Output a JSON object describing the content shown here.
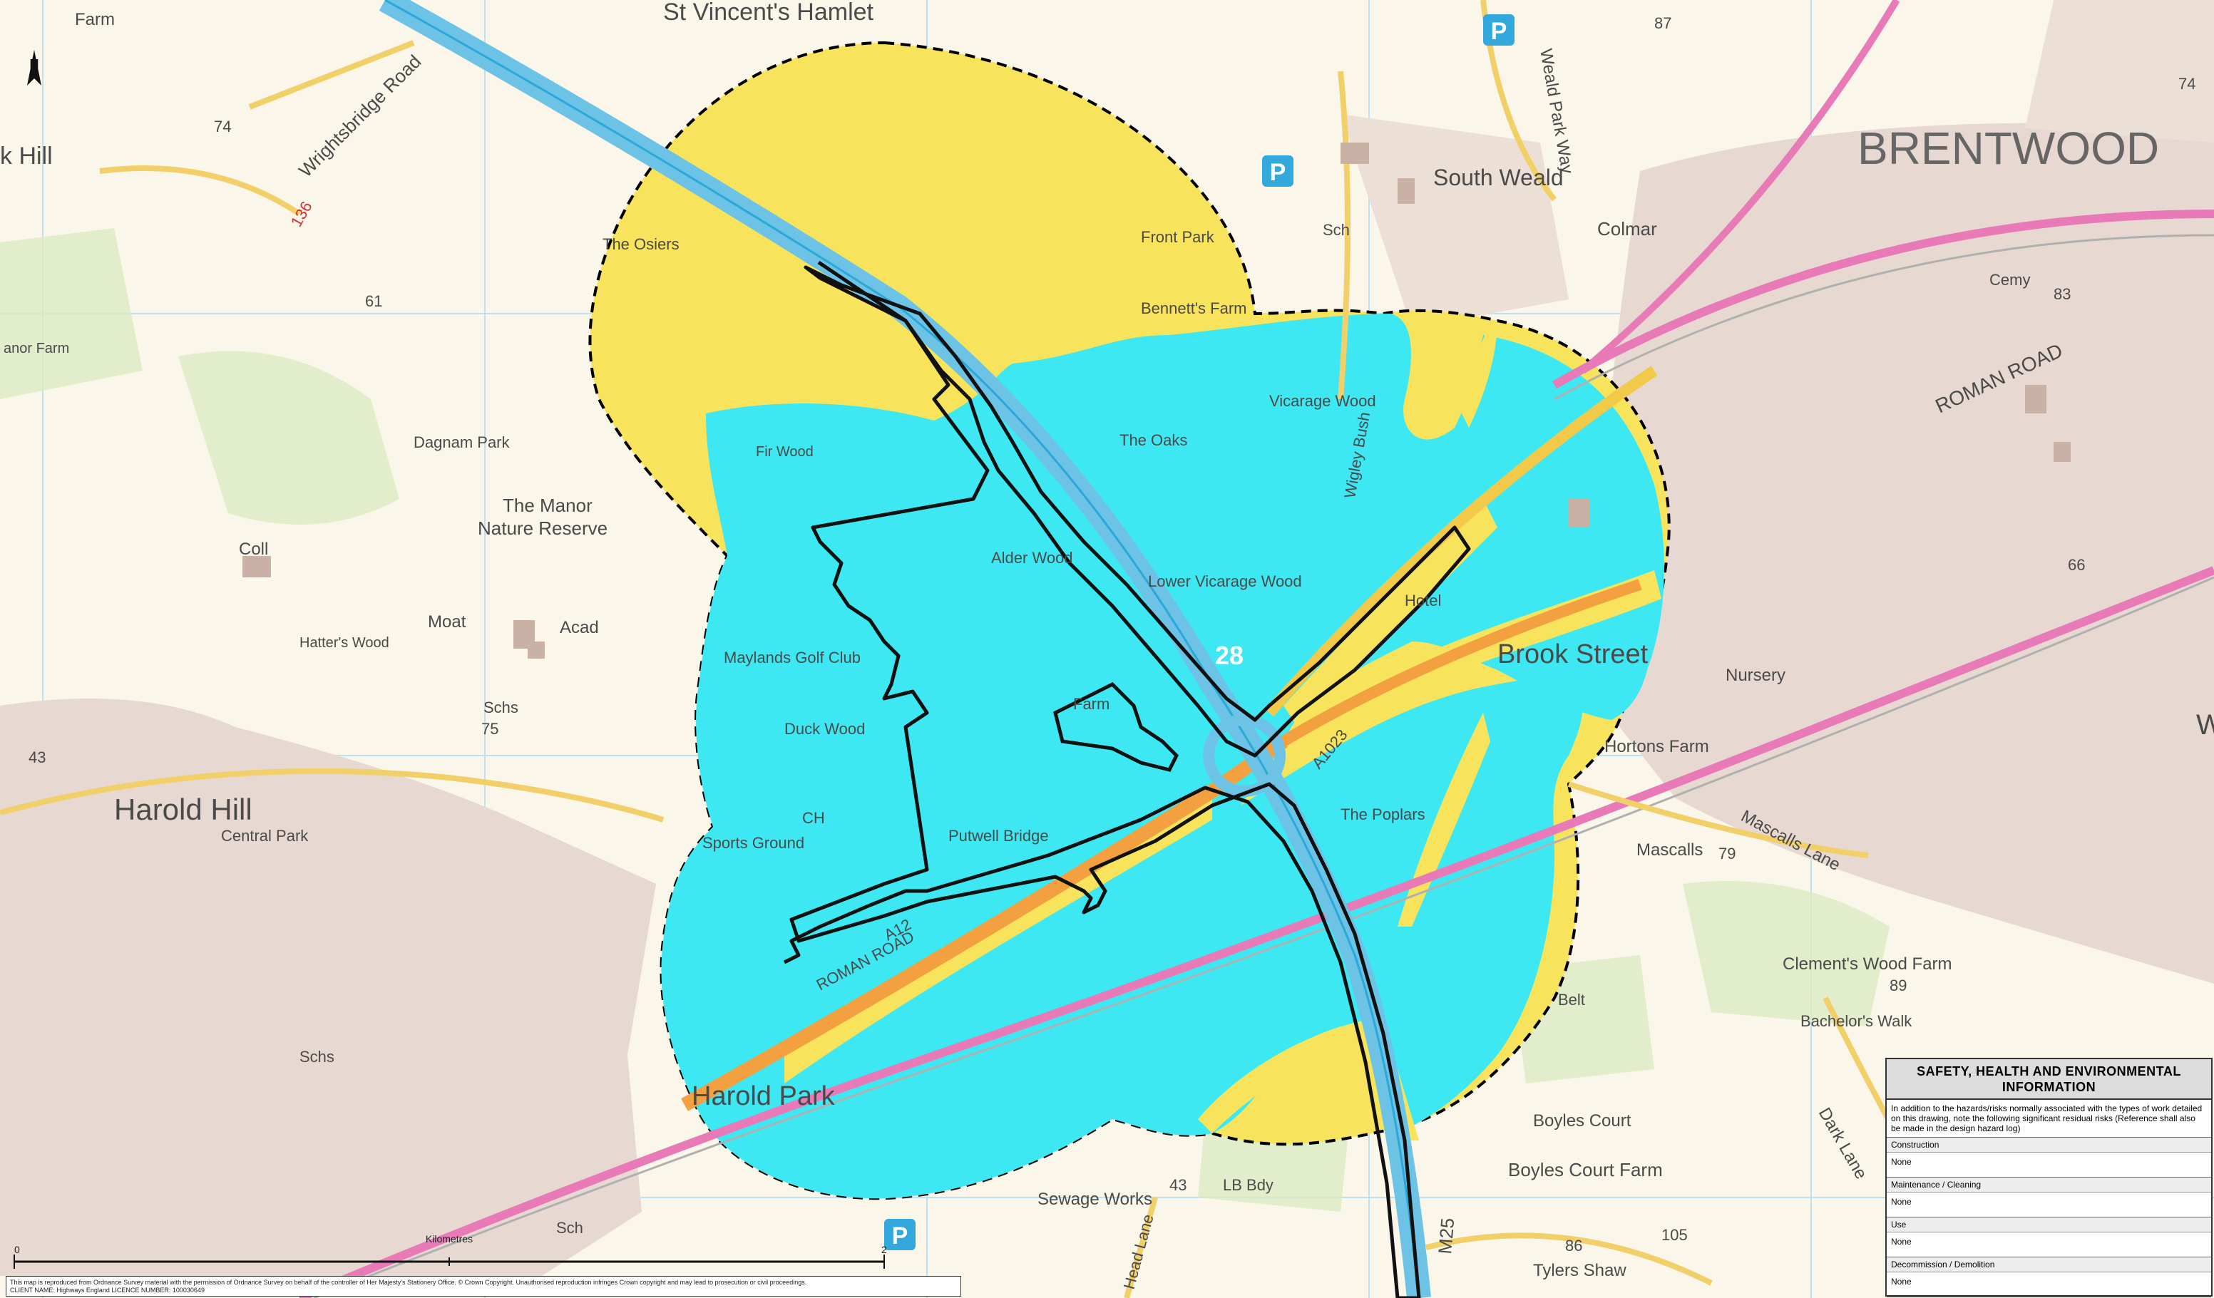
{
  "map": {
    "north_label": "N",
    "places": {
      "st_vincents_hamlet": "St Vincent's Hamlet",
      "brentwood": "BRENTWOOD",
      "south_weald": "South Weald",
      "colmar": "Colmar",
      "harold_hill": "Harold Hill",
      "central_park": "Central Park",
      "harold_park": "Harold Park",
      "brook_street": "Brook Street",
      "the_manor": "The Manor",
      "nature_reserve": "Nature Reserve",
      "dagnam_park": "Dagnam Park",
      "maylands_golf_club": "Maylands Golf Club",
      "duck_wood": "Duck Wood",
      "alder_wood": "Alder Wood",
      "lower_vicarage_wood": "Lower Vicarage Wood",
      "vicarage_wood": "Vicarage Wood",
      "the_oaks": "The Oaks",
      "bennetts_farm": "Bennett's Farm",
      "fortpark": "Front Park",
      "fir_wood": "Fir Wood",
      "hatters_wood": "Hatter's Wood",
      "moat": "Moat",
      "acad": "Acad",
      "coll": "Coll",
      "nursery": "Nursery",
      "hortons_farm": "Hortons Farm",
      "mascalls": "Mascalls",
      "mascalls_lane": "Mascalls Lane",
      "clements_wood_farm": "Clement's Wood Farm",
      "bachelors_walk": "Bachelor's Walk",
      "boyles_court": "Boyles Court",
      "boyles_court_farm": "Boyles Court Farm",
      "tylers_shaw": "Tylers Shaw",
      "sewage_works": "Sewage Works",
      "the_poplars": "The Poplars",
      "putwell_bridge": "Putwell Bridge",
      "sports_ground": "Sports Ground",
      "the_osiers": "The Osiers",
      "roman_road_east": "ROMAN ROAD",
      "roman_road_west": "ROMAN ROAD",
      "wrightsbridge_road": "Wrightsbridge Road",
      "weald_park_way": "Weald Park Way",
      "wigley_bush": "Wigley Bush",
      "dark_lane": "Dark Lane",
      "head_lane": "Head Lane",
      "a12": "A12",
      "a1023": "A1023",
      "m25": "M25",
      "junction": "28",
      "road_136": "136",
      "hill": "k Hill",
      "farm_tl": "Farm",
      "farm_gc": "Farm",
      "hotel": "Hotel",
      "lb_bdy": "LB Bdy",
      "belt": "Belt",
      "cemy": "Cemy",
      "sch1": "Sch",
      "sch2": "Sch",
      "schs1": "Schs",
      "schs2": "Schs",
      "ch": "CH",
      "manor_farm": "anor Farm",
      "spot_87": "87",
      "spot_74": "74",
      "spot_74b": "74",
      "spot_83": "83",
      "spot_66": "66",
      "spot_79": "79",
      "spot_89": "89",
      "spot_75": "75",
      "spot_61": "61",
      "spot_43": "43",
      "spot_43b": "43",
      "spot_86": "86",
      "spot_105": "105",
      "edge_w": "W"
    }
  },
  "scale": {
    "label": "Kilometres",
    "start": "0",
    "end": "2"
  },
  "info_panel": {
    "title": "SAFETY, HEALTH AND ENVIRONMENTAL INFORMATION",
    "intro": "In addition to the hazards/risks normally associated with the types of work detailed on this drawing, note the following significant residual risks (Reference shall also be made in the design hazard log)",
    "sections": [
      {
        "heading": "Construction",
        "value": "None"
      },
      {
        "heading": "Maintenance / Cleaning",
        "value": "None"
      },
      {
        "heading": "Use",
        "value": "None"
      },
      {
        "heading": "Decommission / Demolition",
        "value": "None"
      }
    ]
  },
  "footer": {
    "line1": "This map is reproduced from Ordnance Survey material with the permission of Ordnance Survey on behalf of the controller of Her Majesty's Stationery Office. © Crown Copyright. Unauthorised reproduction infringes Crown copyright and may lead to prosecution or civil proceedings.",
    "line2": "CLIENT NAME: Highways England  LICENCE NUMBER: 100030649"
  },
  "colors": {
    "paper": "#fbf6ea",
    "yellow_zone": "#f8e45c",
    "cyan_zone": "#3ee8f2",
    "road_yellow": "#f3c94a",
    "road_orange": "#f3a040",
    "rail_pink": "#e87ab8",
    "motorway_blue": "#6cc3e6",
    "boundary": "#111111"
  }
}
